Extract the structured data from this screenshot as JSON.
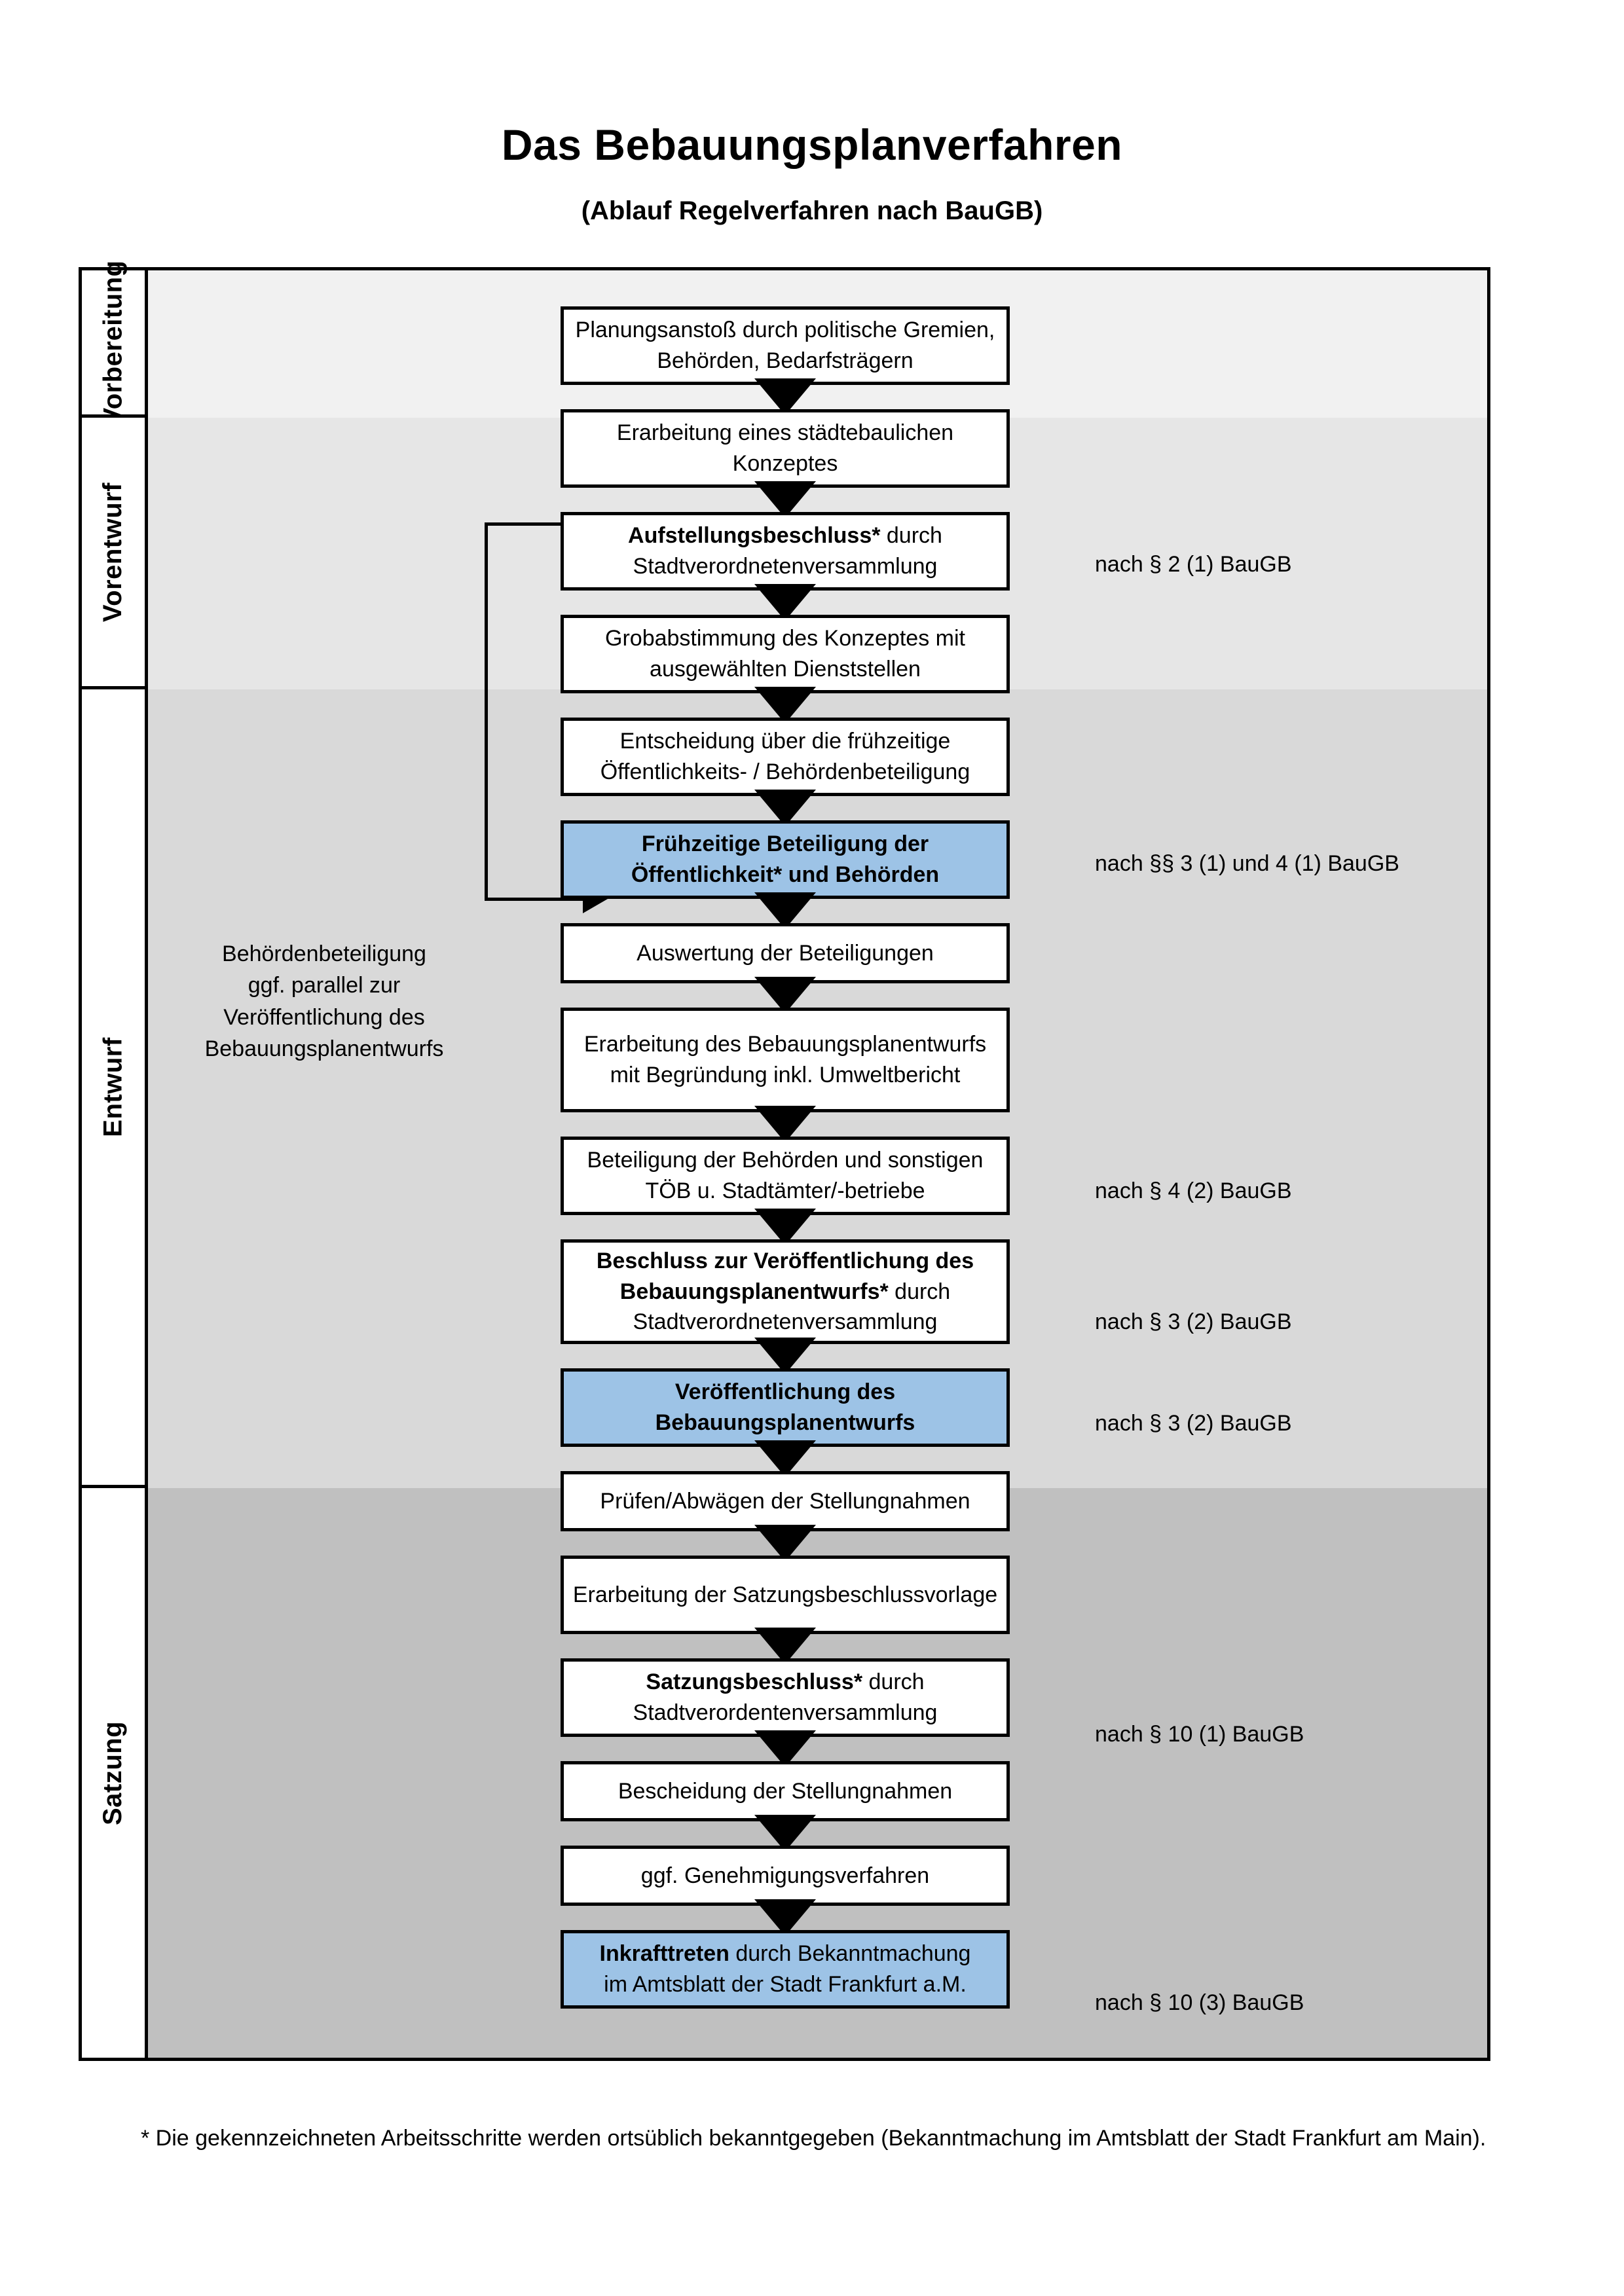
{
  "header": {
    "title": "Das Bebauungsplanverfahren",
    "subtitle": "(Ablauf Regelverfahren nach BauGB)"
  },
  "colors": {
    "highlight_blue": "#9dc3e6",
    "band_vorbereitung": "#f1f1f1",
    "band_vorentwurf": "#e6e6e6",
    "band_entwurf": "#d9d9d9",
    "band_satzung": "#c0c0c0",
    "outline": "#000000"
  },
  "phases": [
    {
      "id": "vorbereitung",
      "label": "Vorbereitung"
    },
    {
      "id": "vorentwurf",
      "label": "Vorentwurf"
    },
    {
      "id": "entwurf",
      "label": "Entwurf"
    },
    {
      "id": "satzung",
      "label": "Satzung"
    }
  ],
  "steps": [
    {
      "id": "planungsanstoss",
      "phase": "vorbereitung",
      "highlight": false,
      "lines": [
        {
          "text": "Planungsanstoß durch politische",
          "bold": false
        },
        {
          "text": "Gremien, Behörden, Bedarfsträgern",
          "bold": false
        }
      ],
      "plain": "Planungsanstoß durch politische Gremien, Behörden, Bedarfsträgern"
    },
    {
      "id": "konzept",
      "phase": "vorbereitung",
      "highlight": false,
      "lines": [
        {
          "text": "Erarbeitung eines städtebaulichen",
          "bold": false
        },
        {
          "text": "Konzeptes",
          "bold": false
        }
      ],
      "plain": "Erarbeitung eines städtebaulichen Konzeptes"
    },
    {
      "id": "aufstellungsbeschluss",
      "phase": "vorbereitung",
      "highlight": false,
      "lines": [
        {
          "text": "Aufstellungsbeschluss*",
          "bold": true
        },
        {
          "text": " durch",
          "bold": false
        },
        {
          "text": "Stadtverordnetenversammlung",
          "bold": false
        }
      ],
      "plain": "Aufstellungsbeschluss* durch Stadtverordnetenversammlung"
    },
    {
      "id": "grobabstimmung",
      "phase": "vorentwurf",
      "highlight": false,
      "lines": [
        {
          "text": "Grobabstimmung des Konzeptes mit",
          "bold": false
        },
        {
          "text": "ausgewählten Dienststellen",
          "bold": false
        }
      ],
      "plain": "Grobabstimmung des Konzeptes mit ausgewählten Dienststellen"
    },
    {
      "id": "entscheidung-fruehzeitig",
      "phase": "vorentwurf",
      "highlight": false,
      "lines": [
        {
          "text": "Entscheidung über die frühzeitige",
          "bold": false
        },
        {
          "text": "Öffentlichkeits- / Behördenbeteiligung",
          "bold": false
        }
      ],
      "plain": "Entscheidung über die frühzeitige Öffentlichkeits- / Behördenbeteiligung"
    },
    {
      "id": "fruehzeitige-beteiligung",
      "phase": "vorentwurf",
      "highlight": true,
      "lines": [
        {
          "text": "Frühzeitige Beteiligung der",
          "bold": true
        },
        {
          "text": "Öffentlichkeit* und Behörden",
          "bold": true
        }
      ],
      "plain": "Frühzeitige Beteiligung der Öffentlichkeit* und Behörden"
    },
    {
      "id": "auswertung",
      "phase": "entwurf",
      "highlight": false,
      "lines": [
        {
          "text": "Auswertung der Beteiligungen",
          "bold": false
        }
      ],
      "plain": "Auswertung der Beteiligungen"
    },
    {
      "id": "erarbeitung-entwurf",
      "phase": "entwurf",
      "highlight": false,
      "lines": [
        {
          "text": "Erarbeitung des",
          "bold": false
        },
        {
          "text": "Bebauungsplanentwurfs mit",
          "bold": false
        },
        {
          "text": "Begründung inkl. Umweltbericht",
          "bold": false
        }
      ],
      "plain": "Erarbeitung des Bebauungsplanentwurfs mit Begründung inkl. Umweltbericht"
    },
    {
      "id": "beteiligung-behoerden",
      "phase": "entwurf",
      "highlight": false,
      "lines": [
        {
          "text": "Beteiligung der Behörden und",
          "bold": false
        },
        {
          "text": "sonstigen TÖB u. Stadtämter/-betriebe",
          "bold": false
        }
      ],
      "plain": "Beteiligung der Behörden und sonstigen TÖB u. Stadtämter/-betriebe"
    },
    {
      "id": "beschluss-veroeffentlichung",
      "phase": "entwurf",
      "highlight": false,
      "lines": [
        {
          "text": "Beschluss zur Veröffentlichung des",
          "bold": true
        },
        {
          "text": "Bebauungsplanentwurfs*",
          "bold": true
        },
        {
          "text": " durch",
          "bold": false
        },
        {
          "text": "Stadtverordnetenversammlung",
          "bold": false
        }
      ],
      "plain": "Beschluss zur Veröffentlichung des Bebauungsplanentwurfs* durch Stadtverordnetenversammlung"
    },
    {
      "id": "veroeffentlichung",
      "phase": "entwurf",
      "highlight": true,
      "lines": [
        {
          "text": "Veröffentlichung des",
          "bold": true
        },
        {
          "text": "Bebauungsplanentwurfs",
          "bold": true
        }
      ],
      "plain": "Veröffentlichung des Bebauungsplanentwurfs"
    },
    {
      "id": "pruefen-abwaegen",
      "phase": "satzung",
      "highlight": false,
      "lines": [
        {
          "text": "Prüfen/Abwägen der Stellungnahmen",
          "bold": false
        }
      ],
      "plain": "Prüfen/Abwägen der Stellungnahmen"
    },
    {
      "id": "satzungsbeschlussvorlage",
      "phase": "satzung",
      "highlight": false,
      "lines": [
        {
          "text": "Erarbeitung der",
          "bold": false
        },
        {
          "text": "Satzungsbeschlussvorlage",
          "bold": false
        }
      ],
      "plain": "Erarbeitung der Satzungsbeschlussvorlage"
    },
    {
      "id": "satzungsbeschluss",
      "phase": "satzung",
      "highlight": false,
      "lines": [
        {
          "text": "Satzungsbeschluss*",
          "bold": true
        },
        {
          "text": " durch",
          "bold": false
        },
        {
          "text": "Stadtverordentenversammlung",
          "bold": false
        }
      ],
      "plain": "Satzungsbeschluss* durch Stadtverordentenversammlung"
    },
    {
      "id": "bescheidung",
      "phase": "satzung",
      "highlight": false,
      "lines": [
        {
          "text": "Bescheidung der Stellungnahmen",
          "bold": false
        }
      ],
      "plain": "Bescheidung der Stellungnahmen"
    },
    {
      "id": "genehmigungsverfahren",
      "phase": "satzung",
      "highlight": false,
      "lines": [
        {
          "text": "ggf. Genehmigungsverfahren",
          "bold": false
        }
      ],
      "plain": "ggf. Genehmigungsverfahren"
    },
    {
      "id": "inkrafttreten",
      "phase": "satzung",
      "highlight": true,
      "lines": [
        {
          "text": "Inkrafttreten",
          "bold": true
        },
        {
          "text": " durch Bekanntmachung",
          "bold": false
        },
        {
          "text": "im Amtsblatt der Stadt Frankfurt a.M.",
          "bold": false
        }
      ],
      "plain": "Inkrafttreten durch Bekanntmachung im Amtsblatt der Stadt Frankfurt a.M."
    }
  ],
  "references": [
    {
      "id": "ref-2-1",
      "text": "nach § 2 (1) BauGB"
    },
    {
      "id": "ref-3-1-4-1",
      "text": "nach §§ 3 (1) und 4 (1) BauGB"
    },
    {
      "id": "ref-4-2",
      "text": "nach § 4 (2) BauGB"
    },
    {
      "id": "ref-3-2-a",
      "text": "nach § 3 (2) BauGB"
    },
    {
      "id": "ref-3-2-b",
      "text": "nach § 3 (2) BauGB"
    },
    {
      "id": "ref-10-1",
      "text": "nach § 10 (1) BauGB"
    },
    {
      "id": "ref-10-3",
      "text": "nach § 10 (3) BauGB"
    }
  ],
  "side_note": {
    "text": "Behördenbeteiligung\nggf. parallel zur\nVeröffentlichung des\nBebauungsplanentwurfs"
  },
  "footnote": {
    "text": "* Die gekennzeichneten Arbeitsschritte werden ortsüblich bekanntgegeben (Bekanntmachung im Amtsblatt  der Stadt Frankfurt am Main)."
  }
}
